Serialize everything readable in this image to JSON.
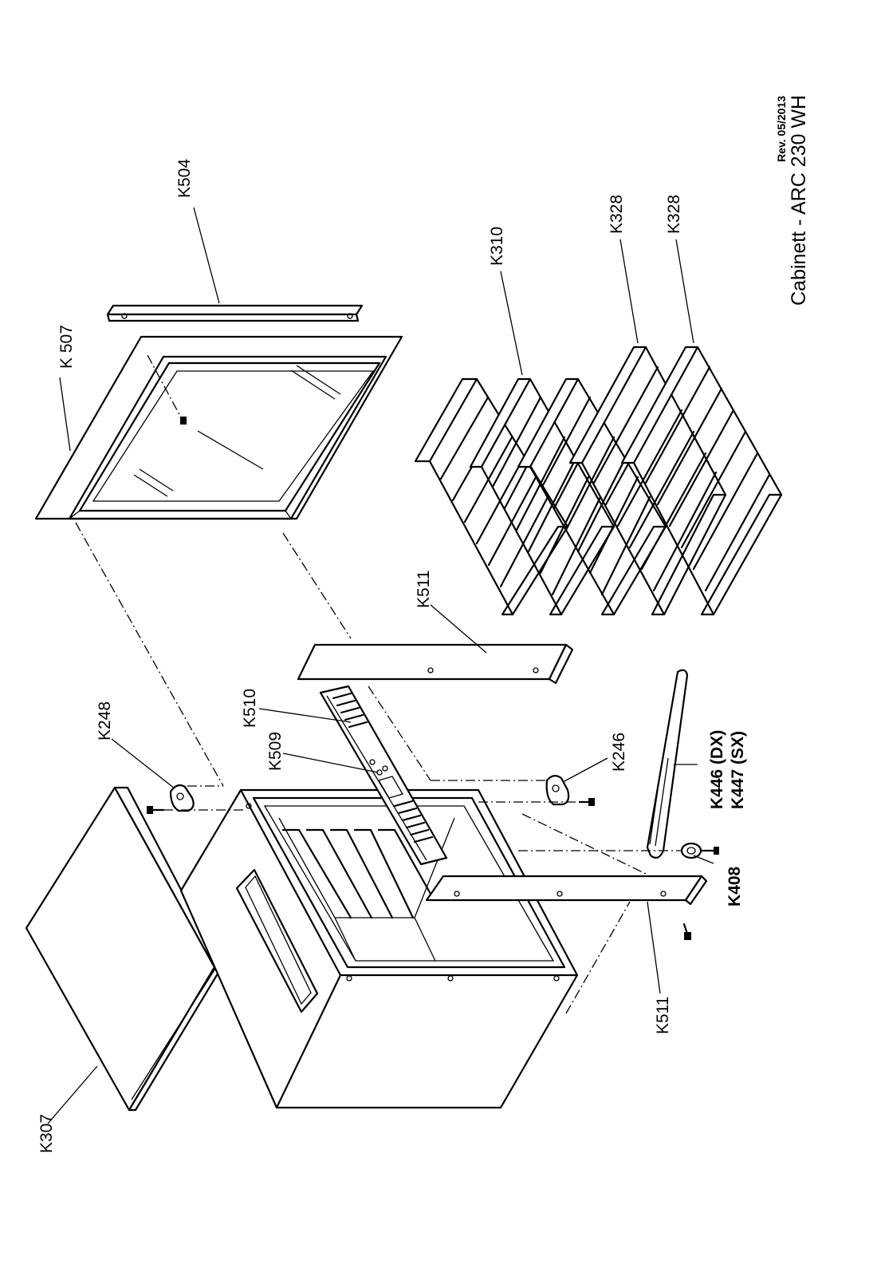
{
  "title": "Cabinett - ARC 230 WH",
  "revision": "Rev. 05/2013",
  "labels": {
    "k307": "K307",
    "k248": "K248",
    "k510": "K510",
    "k509": "K509",
    "k511_top": "K511",
    "k511_bottom": "K511",
    "k246": "K246",
    "k446": "K446 (DX)",
    "k447": "K447 (SX)",
    "k408": "K408",
    "k507": "K 507",
    "k504": "K504",
    "k310": "K310",
    "k328_a": "K328",
    "k328_b": "K328"
  }
}
